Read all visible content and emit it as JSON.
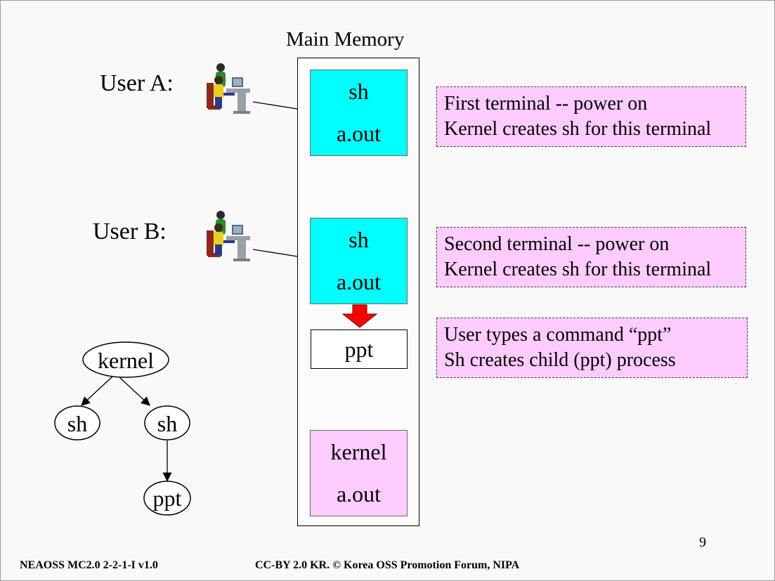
{
  "slide": {
    "memory_title": "Main Memory",
    "users": [
      {
        "label": "User A:",
        "icon": "user-at-computer-icon"
      },
      {
        "label": "User B:",
        "icon": "user-at-computer-icon"
      }
    ],
    "memory_blocks": [
      {
        "lines": [
          "sh",
          "a.out"
        ],
        "color": "#00ffff"
      },
      {
        "lines": [
          "sh",
          "a.out"
        ],
        "color": "#00ffff"
      },
      {
        "lines": [
          "ppt"
        ],
        "color": "#ffffff"
      },
      {
        "lines": [
          "kernel",
          "a.out"
        ],
        "color": "#ffccff"
      }
    ],
    "notes": [
      {
        "lines": [
          "First terminal  -- power on",
          "Kernel creates sh for this terminal"
        ]
      },
      {
        "lines": [
          "Second terminal  -- power on",
          "Kernel creates sh for this terminal"
        ]
      },
      {
        "lines": [
          "User types a command “ppt”",
          "Sh  creates  child (ppt)  process"
        ]
      }
    ],
    "tree": {
      "root": "kernel",
      "children": [
        "sh",
        "sh"
      ],
      "grandchild": "ppt"
    },
    "page_number": "9",
    "footer_left": "NEAOSS MC2.0 2-2-1-I v1.0",
    "footer_center": "CC-BY 2.0 KR. © Korea OSS Promotion Forum, NIPA",
    "colors": {
      "cyan": "#00ffff",
      "pink": "#ffccff",
      "arrow_red": "#ff0000"
    }
  }
}
